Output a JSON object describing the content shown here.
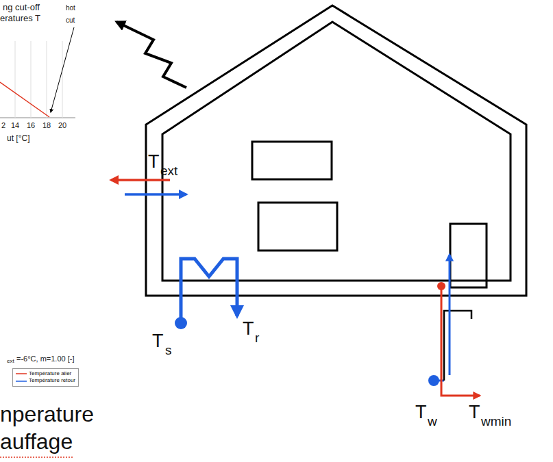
{
  "diagram": {
    "labels": [
      "ng cut-off",
      "eratures T",
      "hot",
      "cut",
      "2",
      "14",
      "16",
      "18",
      "20",
      "ut [°C]",
      "T",
      "ext",
      "T",
      "s",
      "T",
      "r",
      "T",
      "w",
      "T",
      "wmin",
      "ext",
      "=-6°C, m=1.00 [-]",
      "nperature",
      "auffage"
    ],
    "legend": [
      {
        "text": "Température aller"
      },
      {
        "text": "Température retour"
      }
    ]
  }
}
